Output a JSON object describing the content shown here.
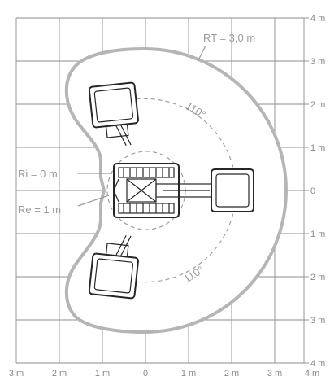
{
  "labels": {
    "rt": "RT = 3,0 m",
    "ri": "Ri = 0 m",
    "re": "Re = 1 m",
    "angle_top": "110°",
    "angle_bottom": "110°"
  },
  "scale": {
    "right": [
      "4 m",
      "3 m",
      "2 m",
      "1 m",
      "0",
      "1 m",
      "2 m",
      "3 m",
      "4 m"
    ],
    "bottom": [
      "3 m",
      "2 m",
      "1 m",
      "0",
      "1 m",
      "2 m",
      "3 m",
      "4 m"
    ]
  },
  "colors": {
    "grid": "#8c8c8c",
    "envelope": "#b5b5b5",
    "machine": "#262626",
    "text": "#9a9a9a"
  }
}
